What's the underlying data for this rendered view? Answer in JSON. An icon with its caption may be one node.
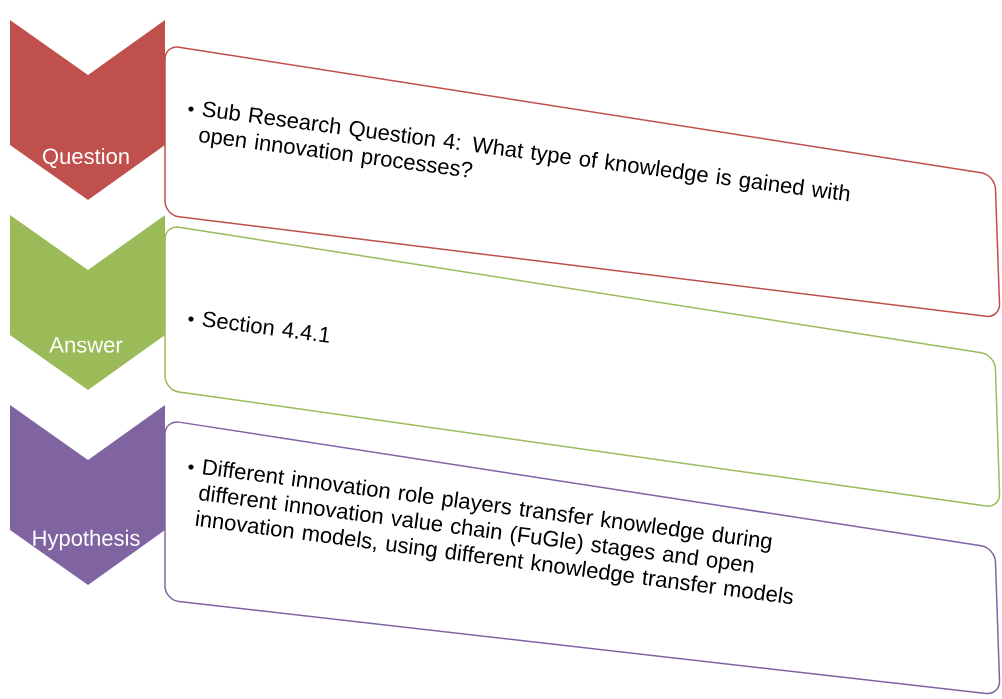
{
  "diagram": {
    "nodes": [
      {
        "text": [
          "Question"
        ]
      },
      {
        "text": [
          "Sub Research Question 4: What type of knowledge is gained with open innovation processes?"
        ]
      },
      {
        "text": [
          "Answer"
        ]
      },
      {
        "text": [
          "Section 4.4.1"
        ]
      },
      {
        "text": [
          "Hypothesis"
        ]
      },
      {
        "text": [
          "Different innovation role players transfer knowledge during different innovation value chain (FuGle) stages and open innovation models, using different knowledge transfer models"
        ]
      }
    ]
  }
}
